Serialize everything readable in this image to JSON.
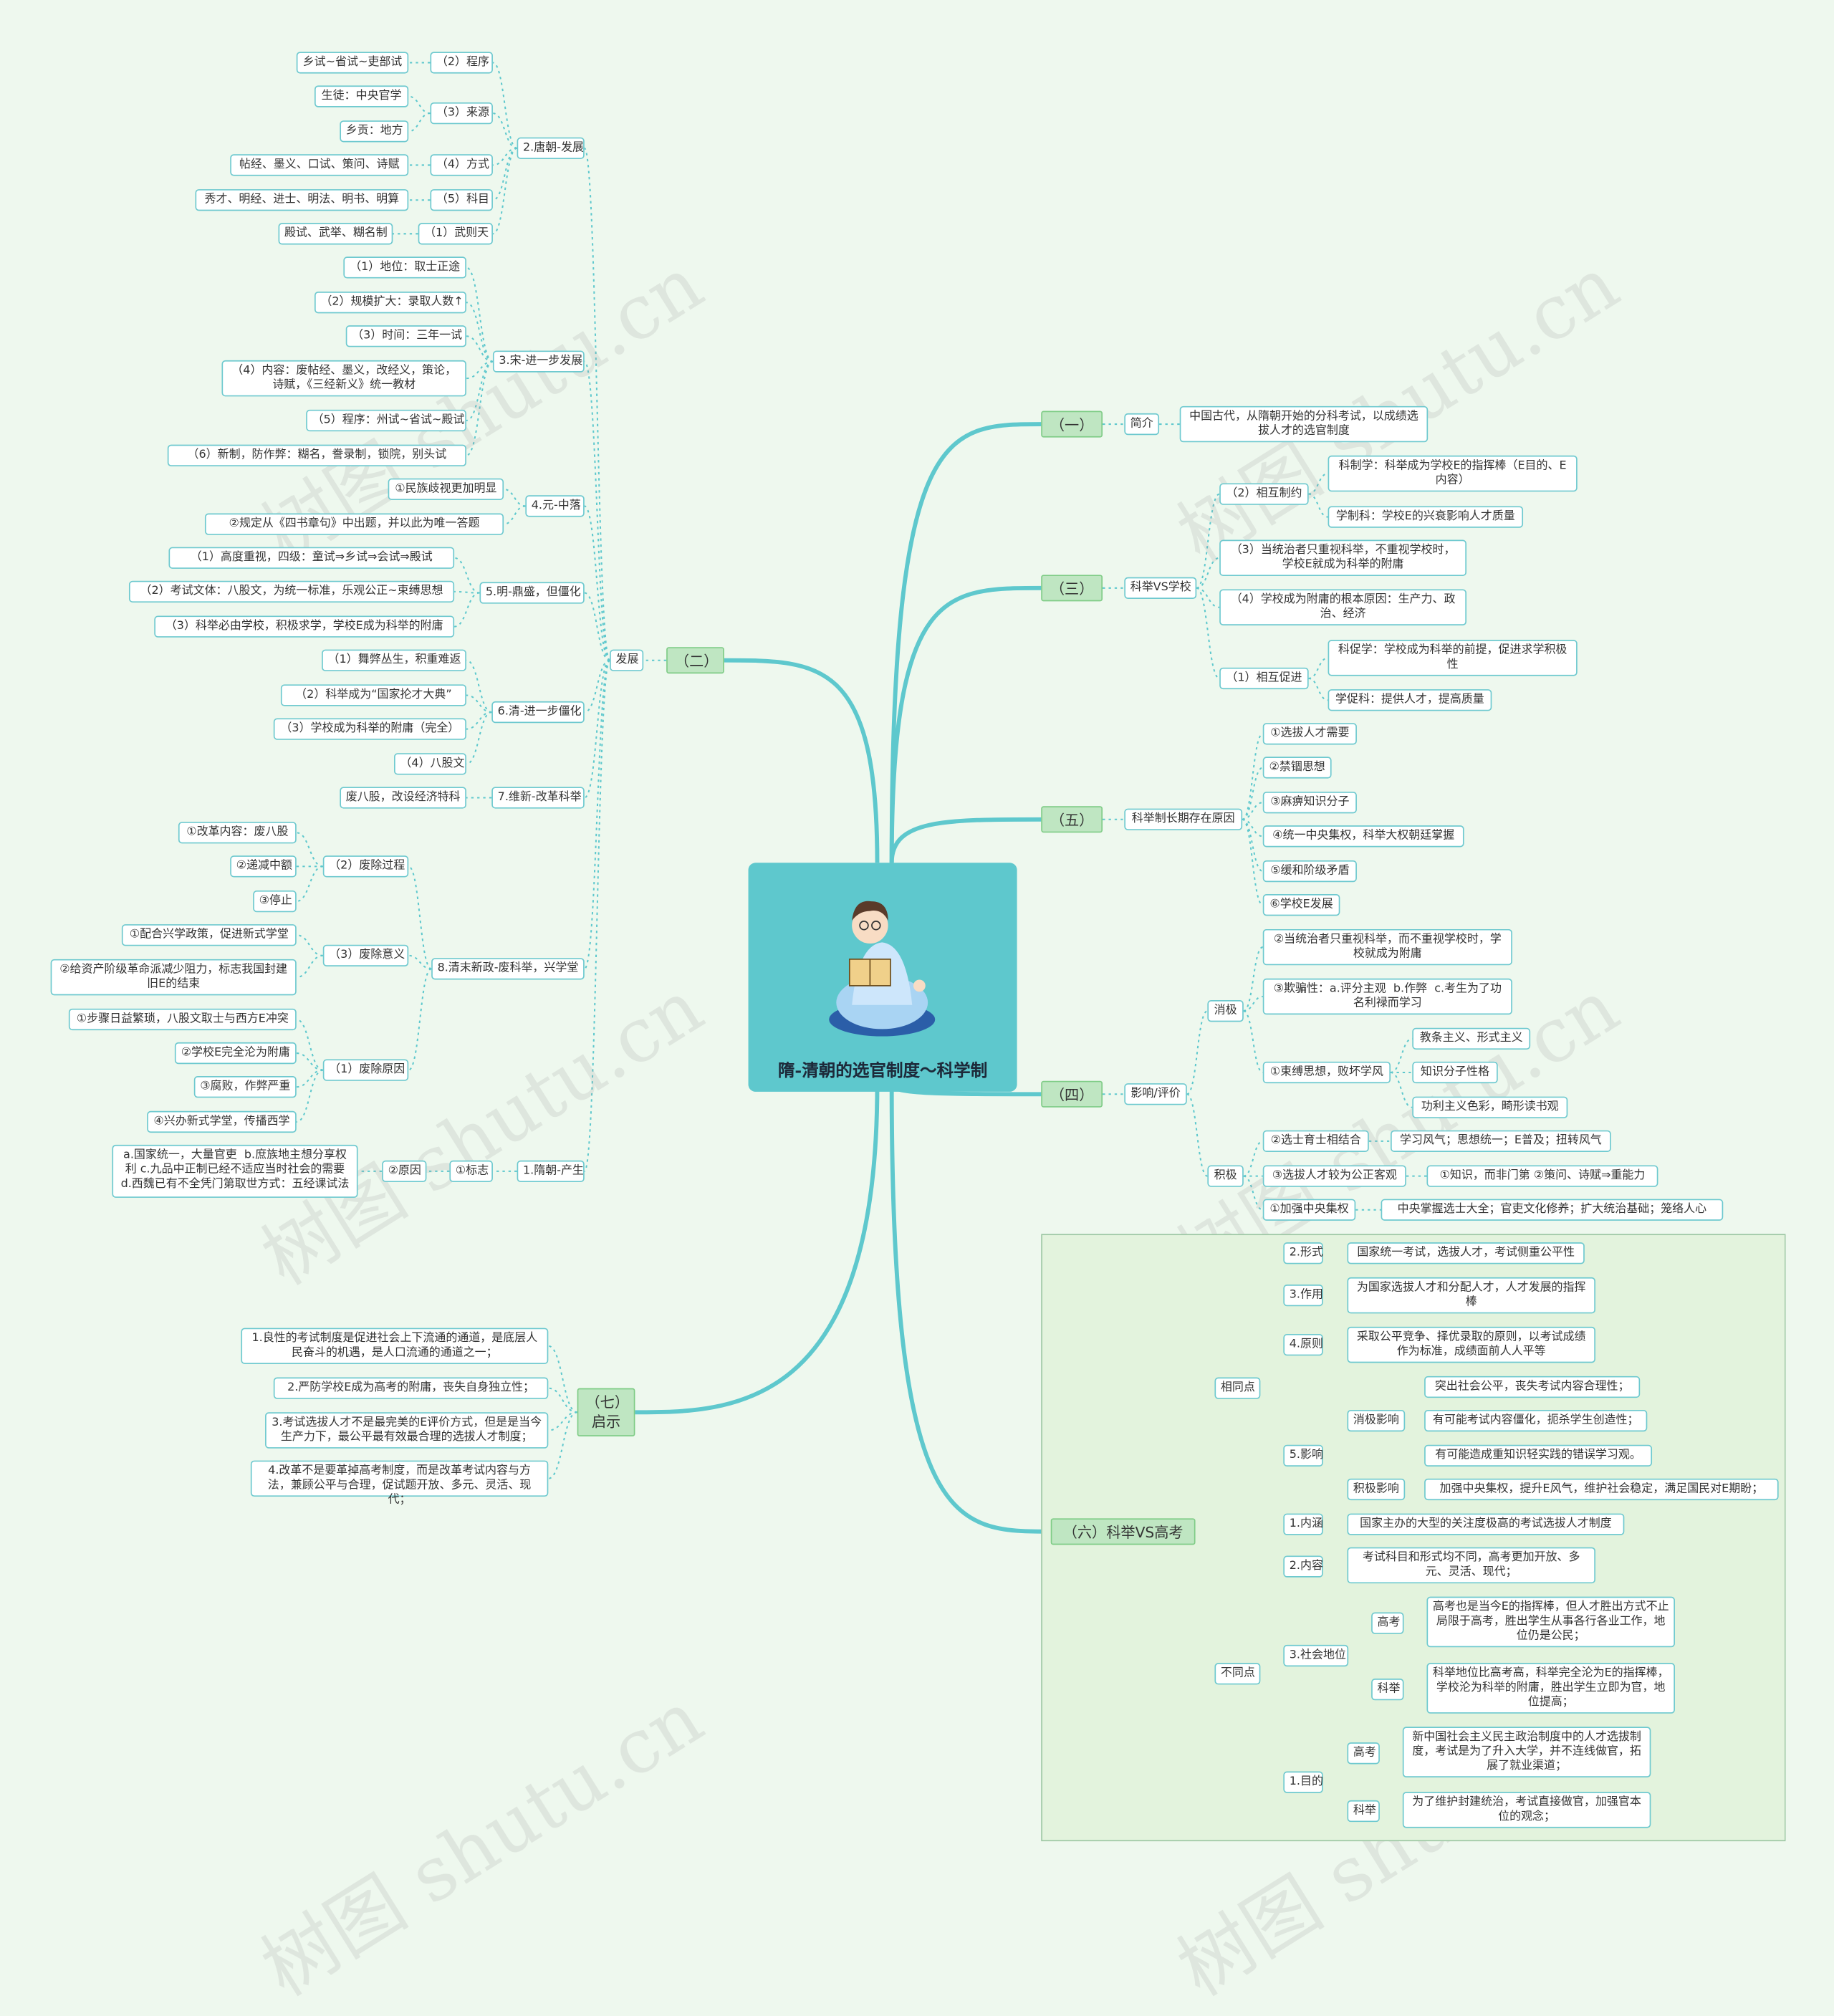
{
  "center": {
    "title": "隋-清朝的选官制度～科学制"
  },
  "watermarks": [
    "树图 shutu.cn",
    "树图 shutu.cn",
    "树图 shutu.cn",
    "树图 shutu.cn",
    "树图 shutu.cn",
    "树图 shutu.cn"
  ],
  "colors": {
    "background": "#eef8ee",
    "center": "#5ec8cd",
    "branch": "#5ec8cd",
    "node_border": "#6ec9cf",
    "level1": "#bfe6c2"
  },
  "nodes": {
    "n_yi": "（一）",
    "n_yi_jj": "简介",
    "n_yi_t": "中国古代，从隋朝开始的分科考试，以成绩选拔人才的选官制度",
    "n_san": "（三）",
    "n_san_h": "科举VS学校",
    "n_s2": "（2）相互制约",
    "n_s2a": "科制学：科举成为学校E的指挥棒（E目的、E内容）",
    "n_s2b": "学制科：学校E的兴衰影响人才质量",
    "n_s3": "（3）当统治者只重视科举，不重视学校时，学校E就成为科举的附庸",
    "n_s4": "（4）学校成为附庸的根本原因：生产力、政治、经济",
    "n_s1": "（1）相互促进",
    "n_s1a": "科促学：学校成为科举的前提，促进求学积极性",
    "n_s1b": "学促科：提供人才，提高质量",
    "n_wu": "（五）",
    "n_wu_h": "科举制长期存在原因",
    "n_w1": "①选拔人才需要",
    "n_w2": "②禁锢思想",
    "n_w3": "③麻痹知识分子",
    "n_w4": "④统一中央集权，科举大权朝廷掌握",
    "n_w5": "⑤缓和阶级矛盾",
    "n_w6": "⑥学校E发展",
    "n_si": "（四）",
    "n_si_h": "影响/评价",
    "n_xj": "消极",
    "n_xj2": "②当统治者只重视科举，而不重视学校时，学校就成为附庸",
    "n_xj3": "③欺骗性：a.评分主观  b.作弊  c.考生为了功名利禄而学习",
    "n_xj1": "①束缚思想，败坏学风",
    "n_xj1a": "教条主义、形式主义",
    "n_xj1b": "知识分子性格",
    "n_xj1c": "功利主义色彩，畸形读书观",
    "n_jj": "积极",
    "n_jj2": "②选士育士相结合",
    "n_jj2a": "学习风气；思想统一；E普及；扭转风气",
    "n_jj3": "③选拔人才较为公正客观",
    "n_jj3a": "①知识，而非门第  ②策问、诗赋⇒重能力",
    "n_jj1": "①加强中央集权",
    "n_jj1a": "中央掌握选士大全；官吏文化修养；扩大统治基础；笼络人心",
    "n_liu": "（六）科举VS高考",
    "n_xt": "相同点",
    "n_xt2": "2.形式",
    "n_xt2a": "国家统一考试，选拔人才，考试侧重公平性",
    "n_xt3": "3.作用",
    "n_xt3a": "为国家选拔人才和分配人才，人才发展的指挥棒",
    "n_xt4": "4.原则",
    "n_xt4a": "采取公平竞争、择优录取的原则，以考试成绩作为标准，成绩面前人人平等",
    "n_xt5": "5.影响",
    "n_xt5x": "消极影响",
    "n_xt5x1": "突出社会公平，丧失考试内容合理性；",
    "n_xt5x2": "有可能考试内容僵化，扼杀学生创造性；",
    "n_xt5x3": "有可能造成重知识轻实践的错误学习观。",
    "n_xt5j": "积极影响",
    "n_xt5j1": "加强中央集权，提升E风气，维护社会稳定，满足国民对E期盼；",
    "n_xt1": "1.内涵",
    "n_xt1a": "国家主办的大型的关注度极高的考试选拔人才制度",
    "n_bt": "不同点",
    "n_bt2": "2.内容",
    "n_bt2a": "考试科目和形式均不同，高考更加开放、多元、灵活、现代；",
    "n_bt3": "3.社会地位",
    "n_bt3g": "高考",
    "n_bt3ga": "高考也是当今E的指挥棒，但人才胜出方式不止局限于高考，胜出学生从事各行各业工作，地位仍是公民；",
    "n_bt3k": "科举",
    "n_bt3ka": "科举地位比高考高，科举完全沦为E的指挥棒，学校沦为科举的附庸，胜出学生立即为官，地位提高；",
    "n_bt1": "1.目的",
    "n_bt1g": "高考",
    "n_bt1ga": "新中国社会主义民主政治制度中的人才选拔制度，考试是为了升入大学，并不连线做官，拓展了就业渠道；",
    "n_bt1k": "科举",
    "n_bt1ka": "为了维护封建统治，考试直接做官，加强官本位的观念；",
    "n_qi": "（七）\n启示",
    "n_q1": "1.良性的考试制度是促进社会上下流通的通道，是底层人民奋斗的机遇，是人口流通的通道之一；",
    "n_q2": "2.严防学校E成为高考的附庸，丧失自身独立性；",
    "n_q3": "3.考试选拔人才不是最完美的E评价方式，但是是当今生产力下，最公平最有效最合理的选拔人才制度；",
    "n_q4": "4.改革不是要革掉高考制度，而是改革考试内容与方法，兼顾公平与合理，促试题开放、多元、灵活、现代；",
    "n_er": "（二）",
    "n_fz": "发展",
    "n_t": "2.唐朝-发展",
    "n_t2": "（2）程序",
    "n_t2a": "乡试~省试~吏部试",
    "n_t3": "（3）来源",
    "n_t3a": "生徒：中央官学",
    "n_t3b": "乡贡：地方",
    "n_t4": "（4）方式",
    "n_t4a": "帖经、墨义、口试、策问、诗赋",
    "n_t5": "（5）科目",
    "n_t5a": "秀才、明经、进士、明法、明书、明算",
    "n_t1": "（1）武则天",
    "n_t1a": "殿试、武举、糊名制",
    "n_song": "3.宋-进一步发展",
    "n_sg1": "（1）地位：取士正途",
    "n_sg2": "（2）规模扩大：录取人数↑",
    "n_sg3": "（3）时间：三年一试",
    "n_sg4": "（4）内容：废帖经、墨义，改经义，策论，诗赋，《三经新义》统一教材",
    "n_sg5": "（5）程序：州试~省试~殿试",
    "n_sg6": "（6）新制，防作弊：糊名，誊录制，锁院，别头试",
    "n_yuan": "4.元-中落",
    "n_y1": "①民族歧视更加明显",
    "n_y2": "②规定从《四书章句》中出题，并以此为唯一答题",
    "n_ming": "5.明-鼎盛，但僵化",
    "n_m1": "（1）高度重视，四级：童试⇒乡试⇒会试⇒殿试",
    "n_m2": "（2）考试文体：八股文，为统一标准，乐观公正~束缚思想",
    "n_m3": "（3）科举必由学校，积极求学，学校E成为科举的附庸",
    "n_qing": "6.清-进一步僵化",
    "n_q_1": "（1）舞弊丛生，积重难返",
    "n_q_2": "（2）科举成为“国家抡才大典”",
    "n_q_3": "（3）学校成为科举的附庸（完全）",
    "n_q_4": "（4）八股文",
    "n_wx": "7.维新-改革科举",
    "n_wxa": "废八股，改设经济特科",
    "n_qm": "8.清末新政-废科举，兴学堂",
    "n_qm2": "（2）废除过程",
    "n_qm2a": "①改革内容：废八股",
    "n_qm2b": "②递减中额",
    "n_qm2c": "③停止",
    "n_qm3": "（3）废除意义",
    "n_qm3a": "①配合兴学政策，促进新式学堂",
    "n_qm3b": "②给资产阶级革命派减少阻力，标志我国封建旧E的结束",
    "n_qm1": "（1）废除原因",
    "n_qm1a": "①步骤日益繁琐，八股文取士与西方E冲突",
    "n_qm1b": "②学校E完全沦为附庸",
    "n_qm1c": "③腐败，作弊严重",
    "n_qm1d": "④兴办新式学堂，传播西学",
    "n_sui": "1.隋朝-产生",
    "n_sui1": "①标志",
    "n_sui2": "②原因",
    "n_sui2a": "a.国家统一，大量官吏  b.庶族地主想分享权利 c.九品中正制已经不适应当时社会的需要 d.西魏已有不全凭门第取世方式：五经课试法"
  }
}
